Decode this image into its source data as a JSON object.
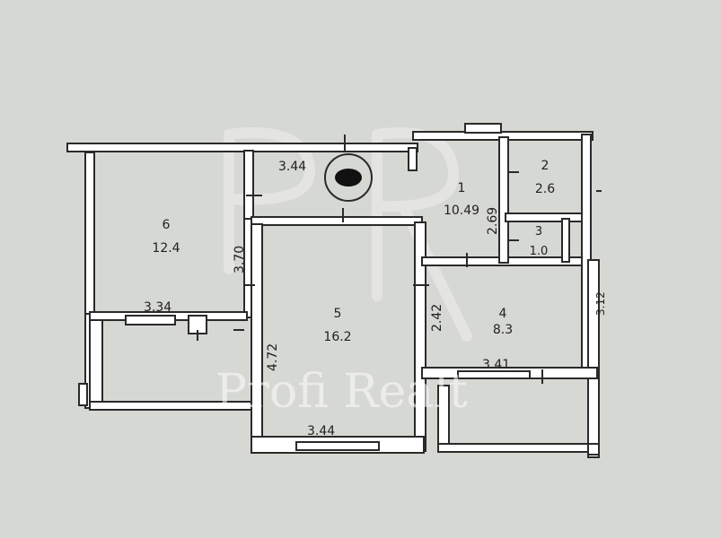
{
  "rooms": [
    {
      "id": "room-1",
      "number": "1",
      "area": "10.49"
    },
    {
      "id": "room-2",
      "number": "2",
      "area": "2.6"
    },
    {
      "id": "room-3",
      "number": "3",
      "area": "1.0"
    },
    {
      "id": "room-4",
      "number": "4",
      "area": "8.3"
    },
    {
      "id": "room-5",
      "number": "5",
      "area": "16.2"
    },
    {
      "id": "room-6",
      "number": "6",
      "area": "12.4"
    }
  ],
  "dimensions": {
    "hall_width": "3.44",
    "room6_height": "3.70",
    "room6_width": "3.34",
    "room5_height": "4.72",
    "room5_width": "3.44",
    "room1_height": "2.69",
    "room4_height": "2.42",
    "room4_width": "3.41",
    "right_edge": "3.12"
  },
  "watermark": {
    "monogram": "PR",
    "text": "Profi Realt"
  },
  "colors": {
    "paper": "#d6d8d3",
    "wall": "#2a2a2a",
    "wall_fill": "#ffffff"
  }
}
